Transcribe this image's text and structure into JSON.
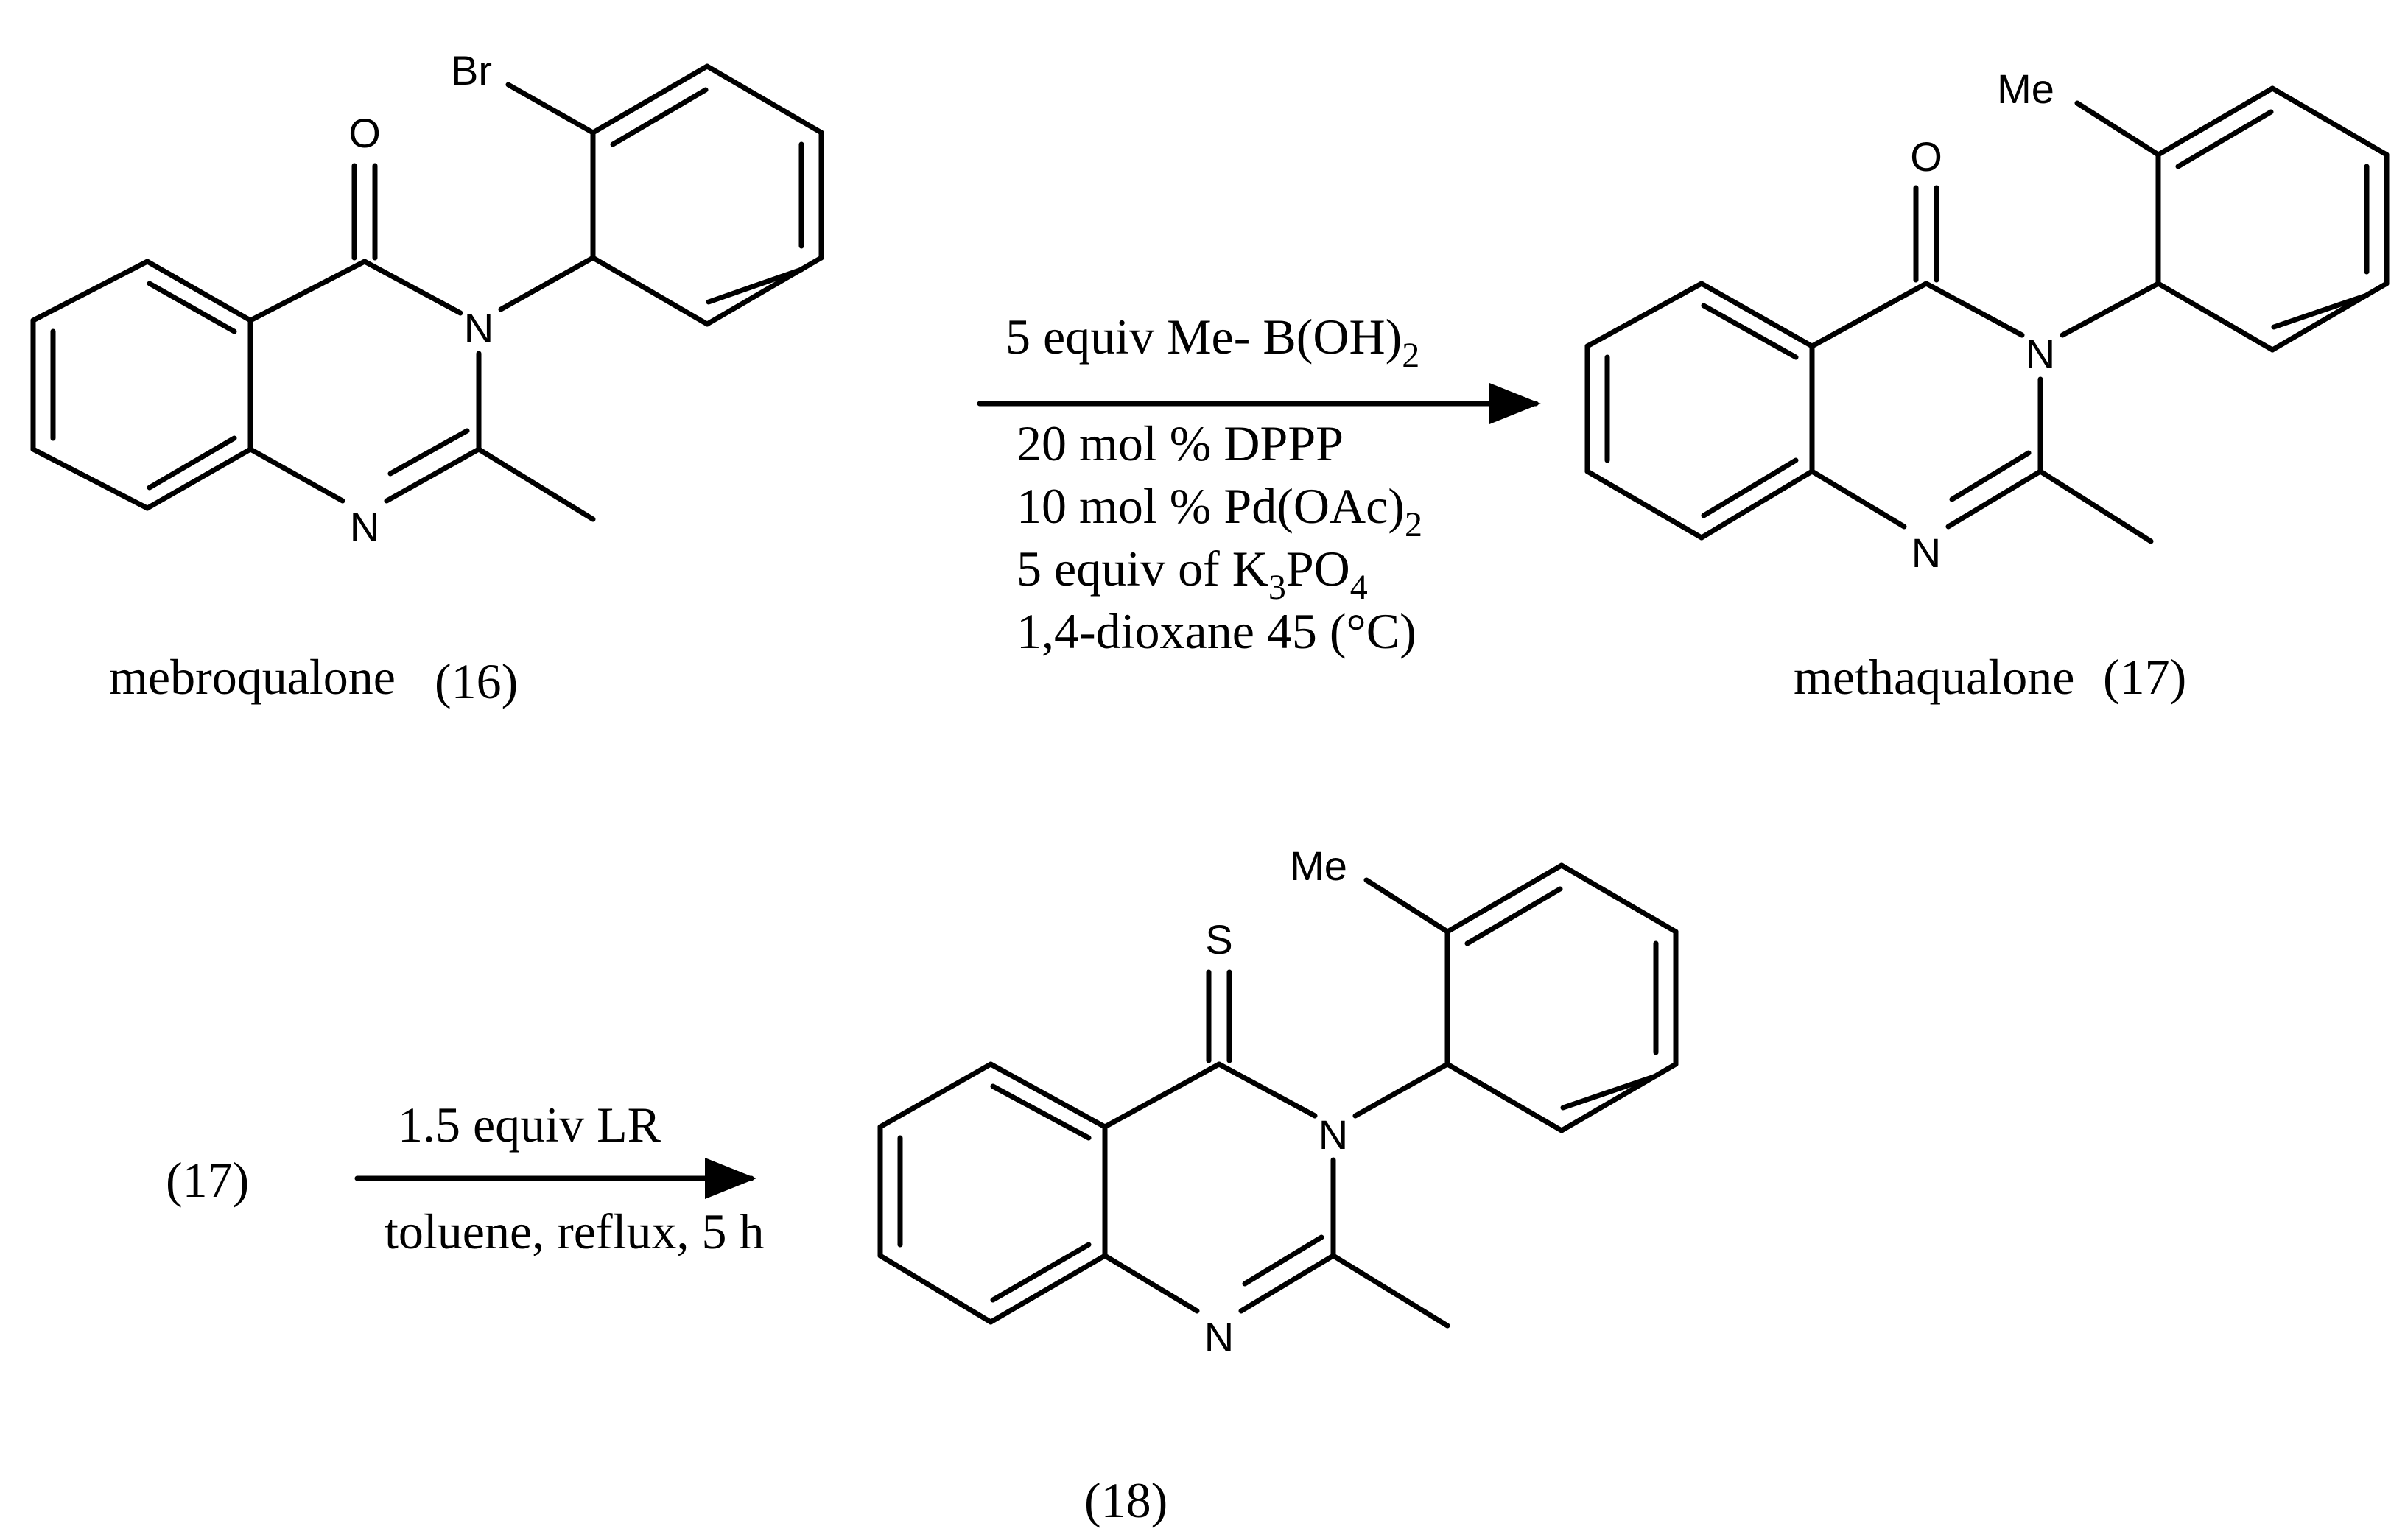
{
  "compounds": {
    "mebroqualone": {
      "name": "mebroqualone",
      "number": "(16)",
      "atoms": {
        "o": "O",
        "n3": "N",
        "n1": "N",
        "br": "Br"
      }
    },
    "methaqualone": {
      "name": "methaqualone",
      "number": "(17)",
      "atoms": {
        "o": "O",
        "n3": "N",
        "n1": "N",
        "me": "Me"
      }
    },
    "thio": {
      "number": "(18)",
      "atoms": {
        "s": "S",
        "n3": "N",
        "n1": "N",
        "me": "Me"
      }
    }
  },
  "reaction1": {
    "reagent_prefix": "5 equiv Me- B(OH)",
    "reagent_sub": "2",
    "line1": "20 mol % DPPP",
    "line2_prefix": "10 mol % Pd(OAc)",
    "line2_sub": "2",
    "line3_a": "5 equiv of K",
    "line3_sub1": "3",
    "line3_b": "PO",
    "line3_sub2": "4",
    "line4": "1,4-dioxane 45 (°C)"
  },
  "reaction2": {
    "start_label": "(17)",
    "above": "1.5 equiv LR",
    "below": "toluene, reflux, 5 h"
  }
}
